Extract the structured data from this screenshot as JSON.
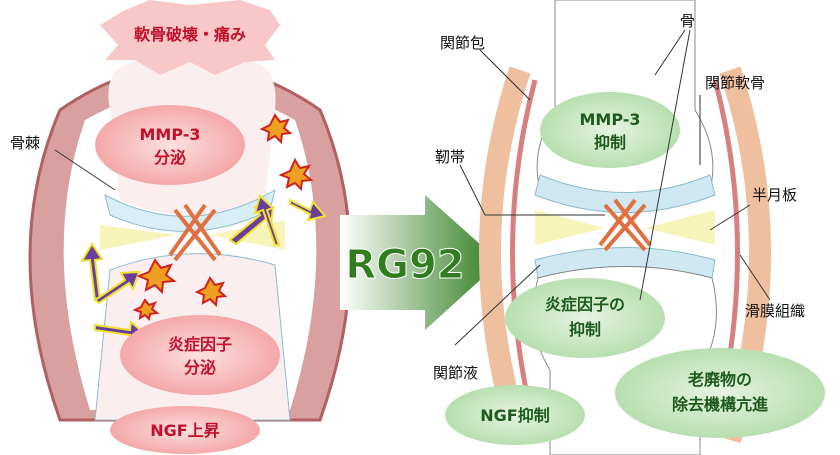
{
  "left": {
    "burst_label": "軟骨破壊・痛み",
    "mmp3": [
      "MMP-3",
      "分泌"
    ],
    "osteophyte_label": "骨棘",
    "inflammation": [
      "炎症因子",
      "分泌"
    ],
    "ngf": "NGF上昇"
  },
  "arrow": {
    "label": "RG92"
  },
  "right": {
    "joint_capsule": "関節包",
    "bone": "骨",
    "articular_cartilage": "関節軟骨",
    "ligament": "靭帯",
    "meniscus": "半月板",
    "synovium": "滑膜組織",
    "synovial_fluid": "関節液",
    "mmp3": [
      "MMP-3",
      "抑制"
    ],
    "inflammation": [
      "炎症因子の",
      "抑制"
    ],
    "ngf": "NGF抑制",
    "waste": [
      "老廃物の",
      "除去機構亢進"
    ]
  },
  "colors": {
    "left_bubble": "#f6c0c0",
    "right_bubble": "#c9e8c4",
    "arrow": "#2f7d1e",
    "purple": "#6a3f9c"
  }
}
